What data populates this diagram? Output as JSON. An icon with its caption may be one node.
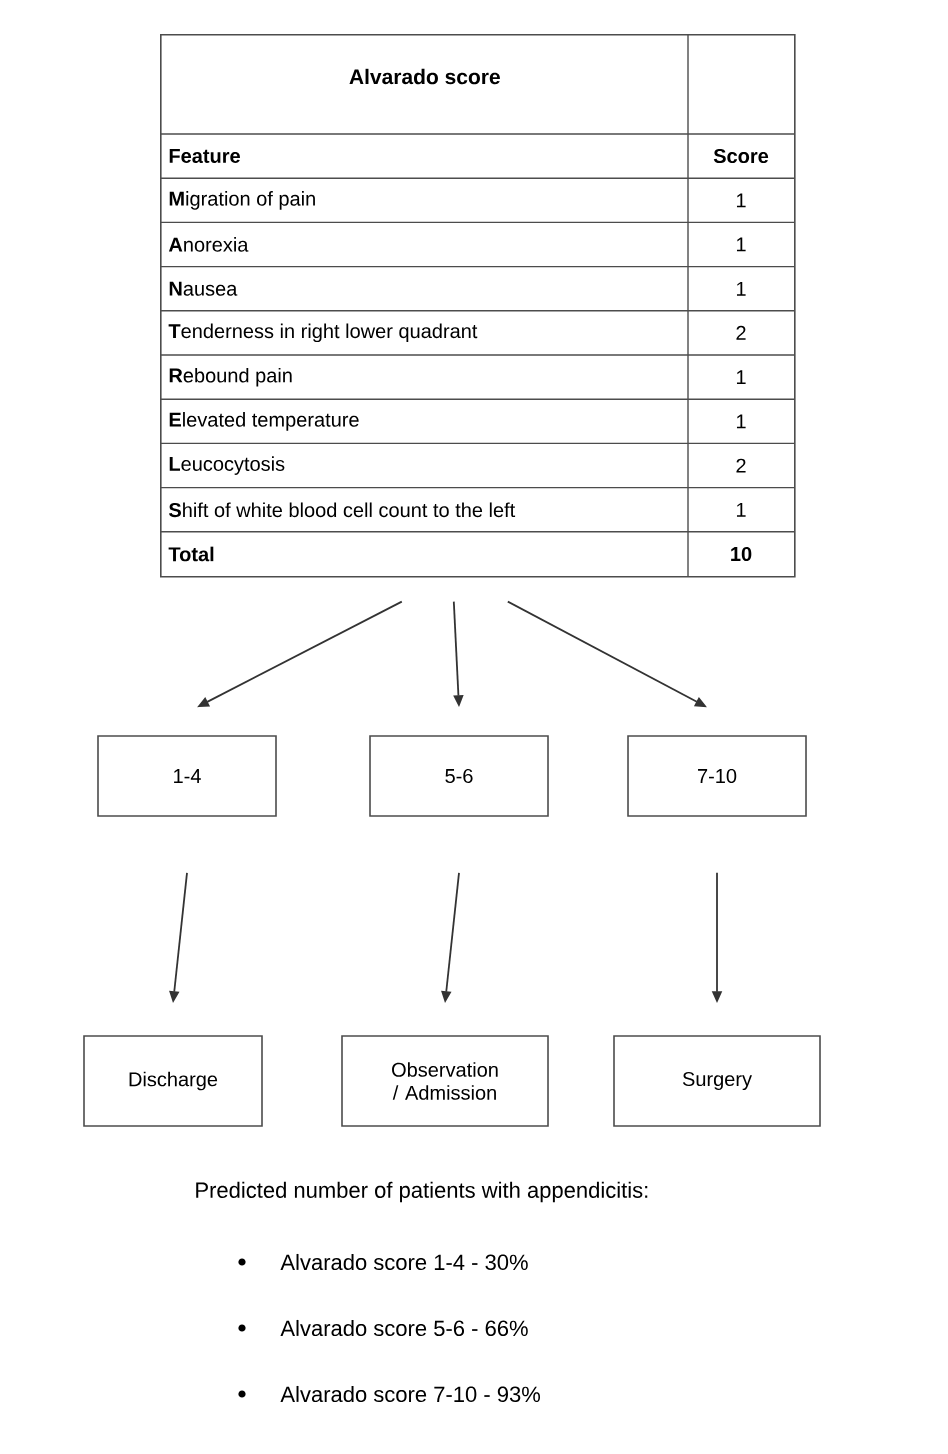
{
  "diagram": {
    "nodes": [
      {
        "text": [
          "Alvarado score"
        ]
      },
      {
        "text": [
          "1-4"
        ]
      },
      {
        "text": [
          "5-6"
        ]
      },
      {
        "text": [
          "7-10"
        ]
      },
      {
        "text": [
          "Discharge"
        ]
      },
      {
        "text": [
          "Observation / Admission"
        ]
      },
      {
        "text": [
          "Surgery"
        ]
      }
    ],
    "edges": [
      {
        "from": 0,
        "to": 1,
        "arrow": "to"
      },
      {
        "from": 0,
        "to": 2,
        "arrow": "to"
      },
      {
        "from": 0,
        "to": 3,
        "arrow": "to"
      },
      {
        "from": 1,
        "to": 4,
        "arrow": "to"
      },
      {
        "from": 2,
        "to": 5,
        "arrow": "to"
      },
      {
        "from": 3,
        "to": 6,
        "arrow": "to"
      }
    ],
    "labels": [
      "Feature",
      "Score",
      "**M**igration of pain",
      "1",
      "**A**norexia",
      "1",
      "**N**ausea",
      "1",
      "**T**enderness in right lower quadrant",
      "2",
      "**R**ebound pain",
      "1",
      "**E**levated temperature",
      "1",
      "**L**eucocytosis",
      "2",
      "**S**hift of white blood cell count to the left",
      "1",
      "Total",
      "10",
      "Predicted number of patients with appendicitis:",
      "Alvarado score 1-4 - 30%",
      "Alvarado score 5-6 - 66%",
      "Alvarado score 7-10 - 93%"
    ]
  }
}
